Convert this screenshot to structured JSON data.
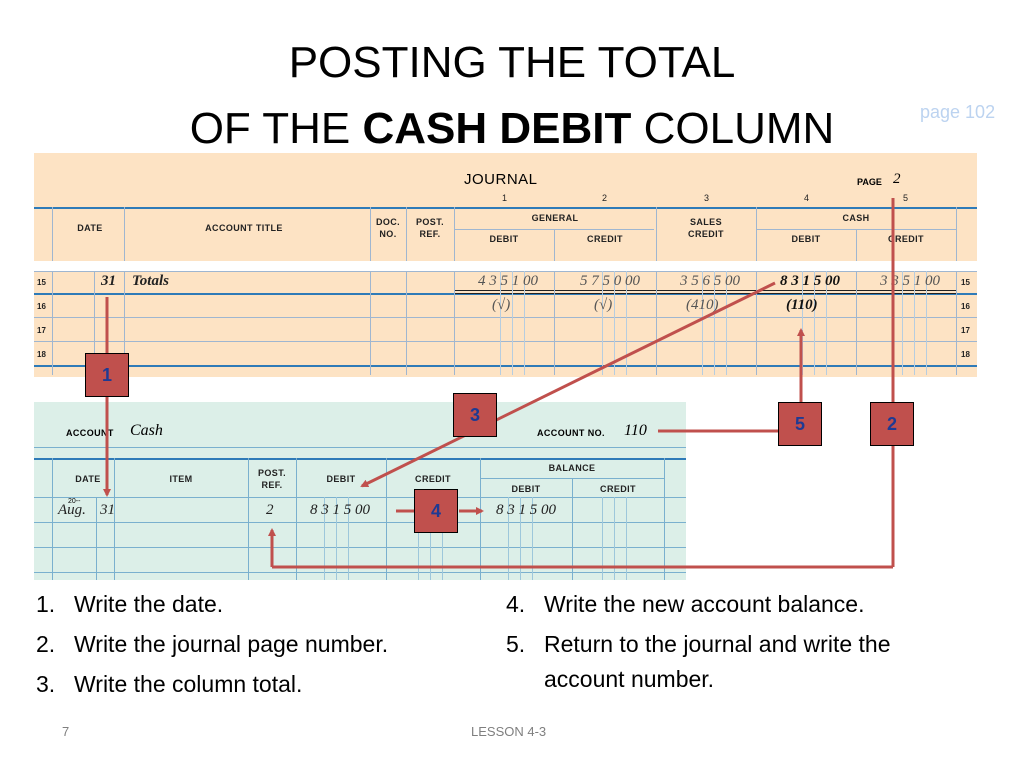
{
  "slide": {
    "title_line1": "POSTING THE TOTAL",
    "title_line2_prefix": "OF THE ",
    "title_line2_bold": "CASH DEBIT",
    "title_line2_suffix": " COLUMN",
    "page_ref": "page 102",
    "slide_number": "7",
    "footer": "LESSON  4-3"
  },
  "journal": {
    "name": "JOURNAL",
    "page_label": "PAGE",
    "page_number": "2",
    "col_numbers": [
      "1",
      "2",
      "3",
      "4",
      "5"
    ],
    "headers": {
      "date": "DATE",
      "account_title": "ACCOUNT TITLE",
      "doc_no": [
        "DOC.",
        "NO."
      ],
      "post_ref": [
        "POST.",
        "REF."
      ],
      "general": "GENERAL",
      "sales_credit": [
        "SALES",
        "CREDIT"
      ],
      "cash": "CASH",
      "debit": "DEBIT",
      "credit": "CREDIT"
    },
    "row_numbers": [
      "15",
      "16",
      "17",
      "18"
    ],
    "totals_row": {
      "day": "31",
      "title": "Totals",
      "general_debit": "4 3 5 1 00",
      "general_credit": "5 7 5 0 00",
      "sales_credit": "3 5 6 5 00",
      "cash_debit": "8 3 1 5 00",
      "cash_credit": "3 3 5 1 00"
    },
    "post_refs_row": {
      "general_debit": "(√)",
      "general_credit": "(√)",
      "sales_credit": "(410)",
      "cash_debit": "(110)"
    }
  },
  "ledger": {
    "account_label": "ACCOUNT",
    "account_name": "Cash",
    "account_no_label": "ACCOUNT NO.",
    "account_no": "110",
    "headers": {
      "date": "DATE",
      "item": "ITEM",
      "post_ref": [
        "POST.",
        "REF."
      ],
      "debit": "DEBIT",
      "credit": "CREDIT",
      "balance": "BALANCE",
      "bal_debit": "DEBIT",
      "bal_credit": "CREDIT"
    },
    "entry": {
      "year": "20--",
      "month": "Aug.",
      "day": "31",
      "post_ref": "2",
      "debit": "8 3 1 5 00",
      "balance_debit": "8 3 1 5 00"
    }
  },
  "callouts": [
    "1",
    "2",
    "3",
    "4",
    "5"
  ],
  "steps_left": [
    {
      "num": "1.",
      "text": "Write the date."
    },
    {
      "num": "2.",
      "text": "Write the journal page number."
    },
    {
      "num": "3.",
      "text": "Write the column total."
    }
  ],
  "steps_right": [
    {
      "num": "4.",
      "text": "Write the new account balance."
    },
    {
      "num": "5.",
      "text": "Return to the journal and write the account number."
    }
  ],
  "colors": {
    "journal_bg": "#fde3c4",
    "ledger_bg": "#dcefe8",
    "callout_bg": "#c0504d",
    "callout_text": "#1f3a93",
    "arrow": "#c0504d",
    "page_ref": "#bcd3f0"
  }
}
